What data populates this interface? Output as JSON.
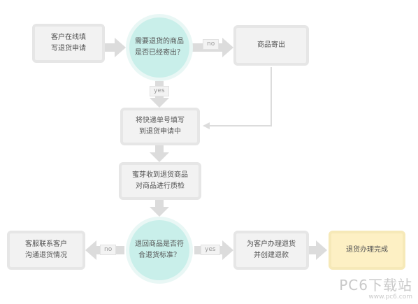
{
  "nodes": {
    "customer_apply": "客户在线填\n写退货申请",
    "decision_shipped": "需要退货的商品\n是否已经寄出？",
    "ship_goods": "商品寄出",
    "fill_tracking": "将快递单号填写\n到退货申请中",
    "receive_inspect": "蜜芽收到退货商品\n对商品进行质检",
    "decision_qualified": "退回商品是否符\n合退货标准？",
    "service_contact": "客服联系客户\n沟通退货情况",
    "process_refund": "为客户办理退货\n并创建退款",
    "complete": "退货办理完成"
  },
  "labels": {
    "no_top": "no",
    "yes_top": "yes",
    "no_bottom": "no",
    "yes_bottom": "yes"
  },
  "watermark": {
    "main": "PC6下载站",
    "sub": "www.pc6.com"
  },
  "colors": {
    "box_fill": "#f2f2f2",
    "decision_fill": "#c9efea",
    "final_fill": "#fdf0c4",
    "arrow": "#d9d9d9"
  }
}
